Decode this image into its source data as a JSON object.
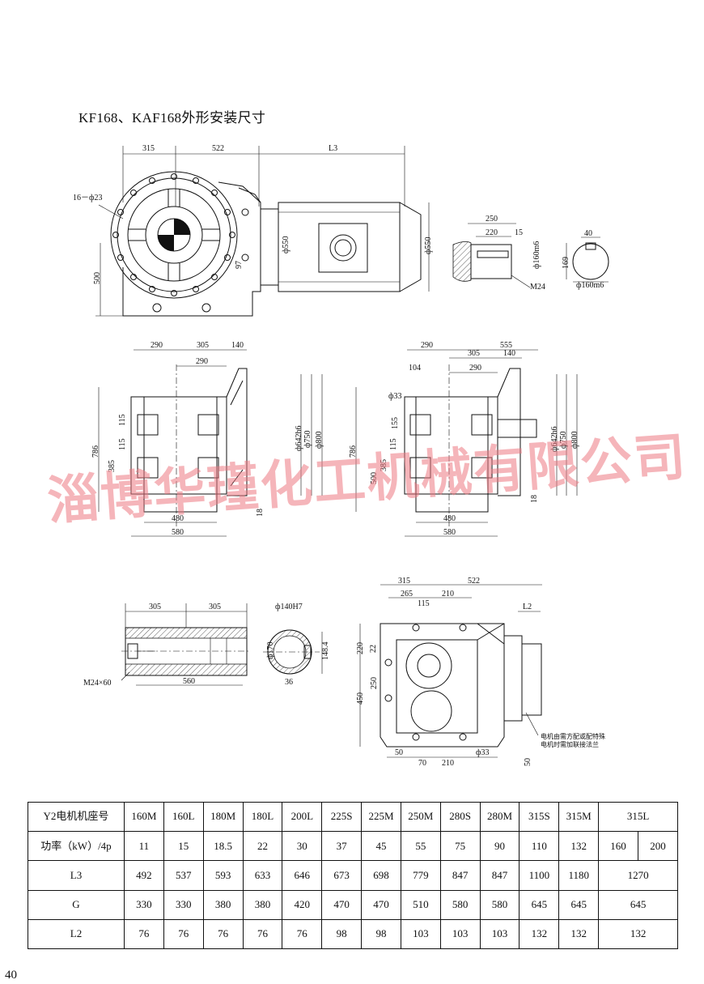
{
  "page_title": "KF168、KAF168外形安装尺寸",
  "page_number": "40",
  "watermark": "淄博华瑾化工机械有限公司",
  "dims_top": {
    "d315": "315",
    "d522": "522",
    "L3": "L3",
    "holes": "16－ф23",
    "d500": "500",
    "phi550a": "ф550",
    "phi550b": "ф550",
    "d97": "97",
    "d250": "250",
    "d220": "220",
    "d15": "15",
    "phi160m6": "ф160m6",
    "M24": "M24",
    "d40": "40",
    "d169": "169",
    "phi160m6b": "ф160m6"
  },
  "dims_mid_left": {
    "d290": "290",
    "d305": "305",
    "d140": "140",
    "d290b": "290",
    "d115": "115",
    "d115b": "115",
    "d786": "786",
    "d385": "385",
    "phi642": "ф642h6",
    "phi750": "ф750",
    "phi800": "ф800",
    "d480": "480",
    "d580": "580",
    "d18": "18"
  },
  "dims_mid_right": {
    "d290": "290",
    "d555": "555",
    "d305": "305",
    "d140": "140",
    "d104": "104",
    "d290b": "290",
    "phi33": "ф33",
    "d155": "155",
    "d115": "115",
    "d786": "786",
    "d385": "385",
    "d500": "500",
    "phi642": "ф642h6",
    "phi750": "ф750",
    "phi800": "ф800",
    "d480": "480",
    "d580": "580",
    "d18": "18"
  },
  "dims_bottom_left": {
    "d305a": "305",
    "d305b": "305",
    "M24x60": "M24×60",
    "d560": "560",
    "phi140H7": "ф140H7",
    "phi170": "ф170",
    "d148": "148.4",
    "d36": "36"
  },
  "dims_bottom_right": {
    "d315": "315",
    "d522": "522",
    "d265": "265",
    "d210": "210",
    "d115": "115",
    "L2": "L2",
    "d220": "220",
    "d22": "22",
    "d250": "250",
    "d450": "450",
    "d50": "50",
    "d70": "70",
    "d210b": "210",
    "phi33": "ф33",
    "d50b": "50",
    "note1": "电机由需方配或配特殊",
    "note2": "电机时需加联接法兰"
  },
  "table": {
    "rows": [
      {
        "label": "Y2电机机座号",
        "cells": [
          "160M",
          "160L",
          "180M",
          "180L",
          "200L",
          "225S",
          "225M",
          "250M",
          "280S",
          "280M",
          "315S",
          "315M"
        ],
        "last": [
          "315L"
        ]
      },
      {
        "label": "功率（kW）/4p",
        "cells": [
          "11",
          "15",
          "18.5",
          "22",
          "30",
          "37",
          "45",
          "55",
          "75",
          "90",
          "110",
          "132"
        ],
        "last": [
          "160",
          "200"
        ]
      },
      {
        "label": "L3",
        "cells": [
          "492",
          "537",
          "593",
          "633",
          "646",
          "673",
          "698",
          "779",
          "847",
          "847",
          "1100",
          "1180"
        ],
        "last": [
          "1270"
        ]
      },
      {
        "label": "G",
        "cells": [
          "330",
          "330",
          "380",
          "380",
          "420",
          "470",
          "470",
          "510",
          "580",
          "580",
          "645",
          "645"
        ],
        "last": [
          "645"
        ]
      },
      {
        "label": "L2",
        "cells": [
          "76",
          "76",
          "76",
          "76",
          "76",
          "98",
          "98",
          "103",
          "103",
          "103",
          "132",
          "132"
        ],
        "last": [
          "132"
        ]
      }
    ]
  }
}
